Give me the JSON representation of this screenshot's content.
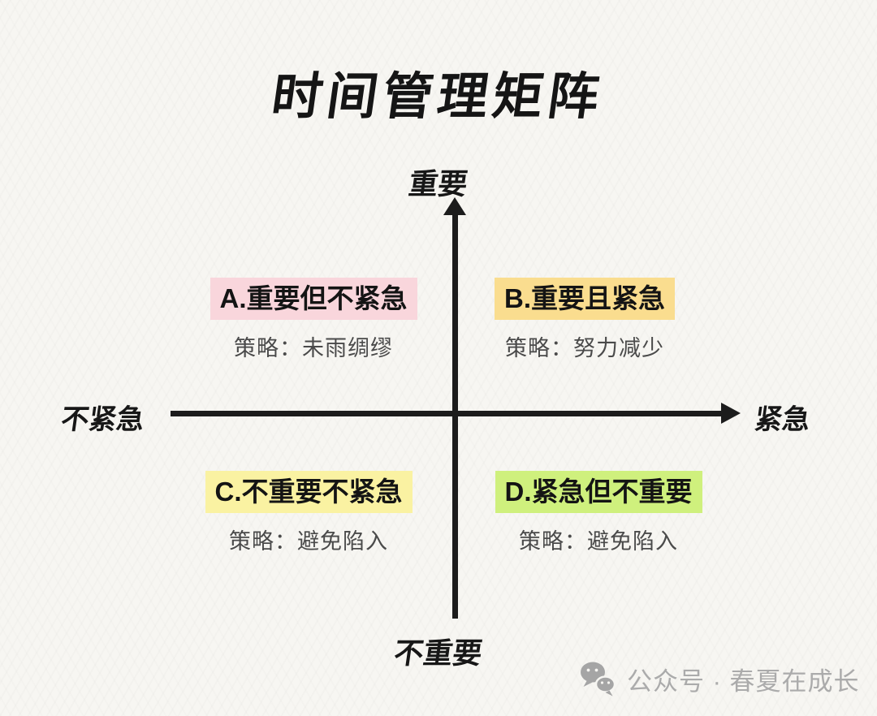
{
  "title": "时间管理矩阵",
  "axes": {
    "top": "重要",
    "bottom": "不重要",
    "left": "不紧急",
    "right": "紧急"
  },
  "quadrants": [
    {
      "id": "A",
      "label": "A.重要但不紧急",
      "strategy": "策略：未雨绸缪",
      "highlight": "#f9d6dc"
    },
    {
      "id": "B",
      "label": "B.重要且紧急",
      "strategy": "策略：努力减少",
      "highlight": "#fadd8f"
    },
    {
      "id": "C",
      "label": "C.不重要不紧急",
      "strategy": "策略：避免陷入",
      "highlight": "#faf2a2"
    },
    {
      "id": "D",
      "label": "D.紧急但不重要",
      "strategy": "策略：避免陷入",
      "highlight": "#cff07d"
    }
  ],
  "watermark": {
    "icon": "wechat-icon",
    "text": "公众号 · 春夏在成长",
    "color": "#ababab"
  },
  "colors": {
    "background": "#f7f6f2",
    "axis": "#1c1c1c",
    "heading_text": "#141414",
    "strategy_text": "#4a4a4a"
  }
}
